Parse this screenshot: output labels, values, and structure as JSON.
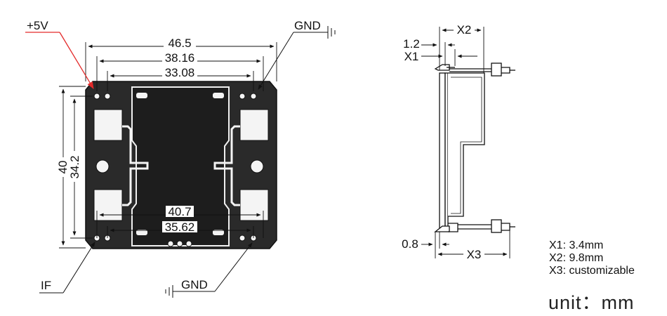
{
  "labels": {
    "power": "+5V",
    "ground_top": "GND",
    "ground_bottom": "GND",
    "if_label": "IF"
  },
  "front_view": {
    "dim_width_outer": "46.5",
    "dim_width_mid": "38.16",
    "dim_width_inner": "33.08",
    "dim_height_outer": "40",
    "dim_height_inner": "34.2",
    "dim_bottom_outer": "40.7",
    "dim_bottom_inner": "35.62"
  },
  "side_view": {
    "dim_top_gap": "1.2",
    "dim_x1": "X1",
    "dim_x2": "X2",
    "dim_bottom_gap": "0.8",
    "dim_x3": "X3"
  },
  "legend": {
    "x1": "X1: 3.4mm",
    "x2": "X2: 9.8mm",
    "x3": "X3: customizable"
  },
  "unit_text": "unit：mm",
  "colors": {
    "line": "#111111",
    "pcb_fill": "#2a2a2a",
    "pad_fill": "#f4f4f4",
    "power_wire": "#e32b2b"
  }
}
